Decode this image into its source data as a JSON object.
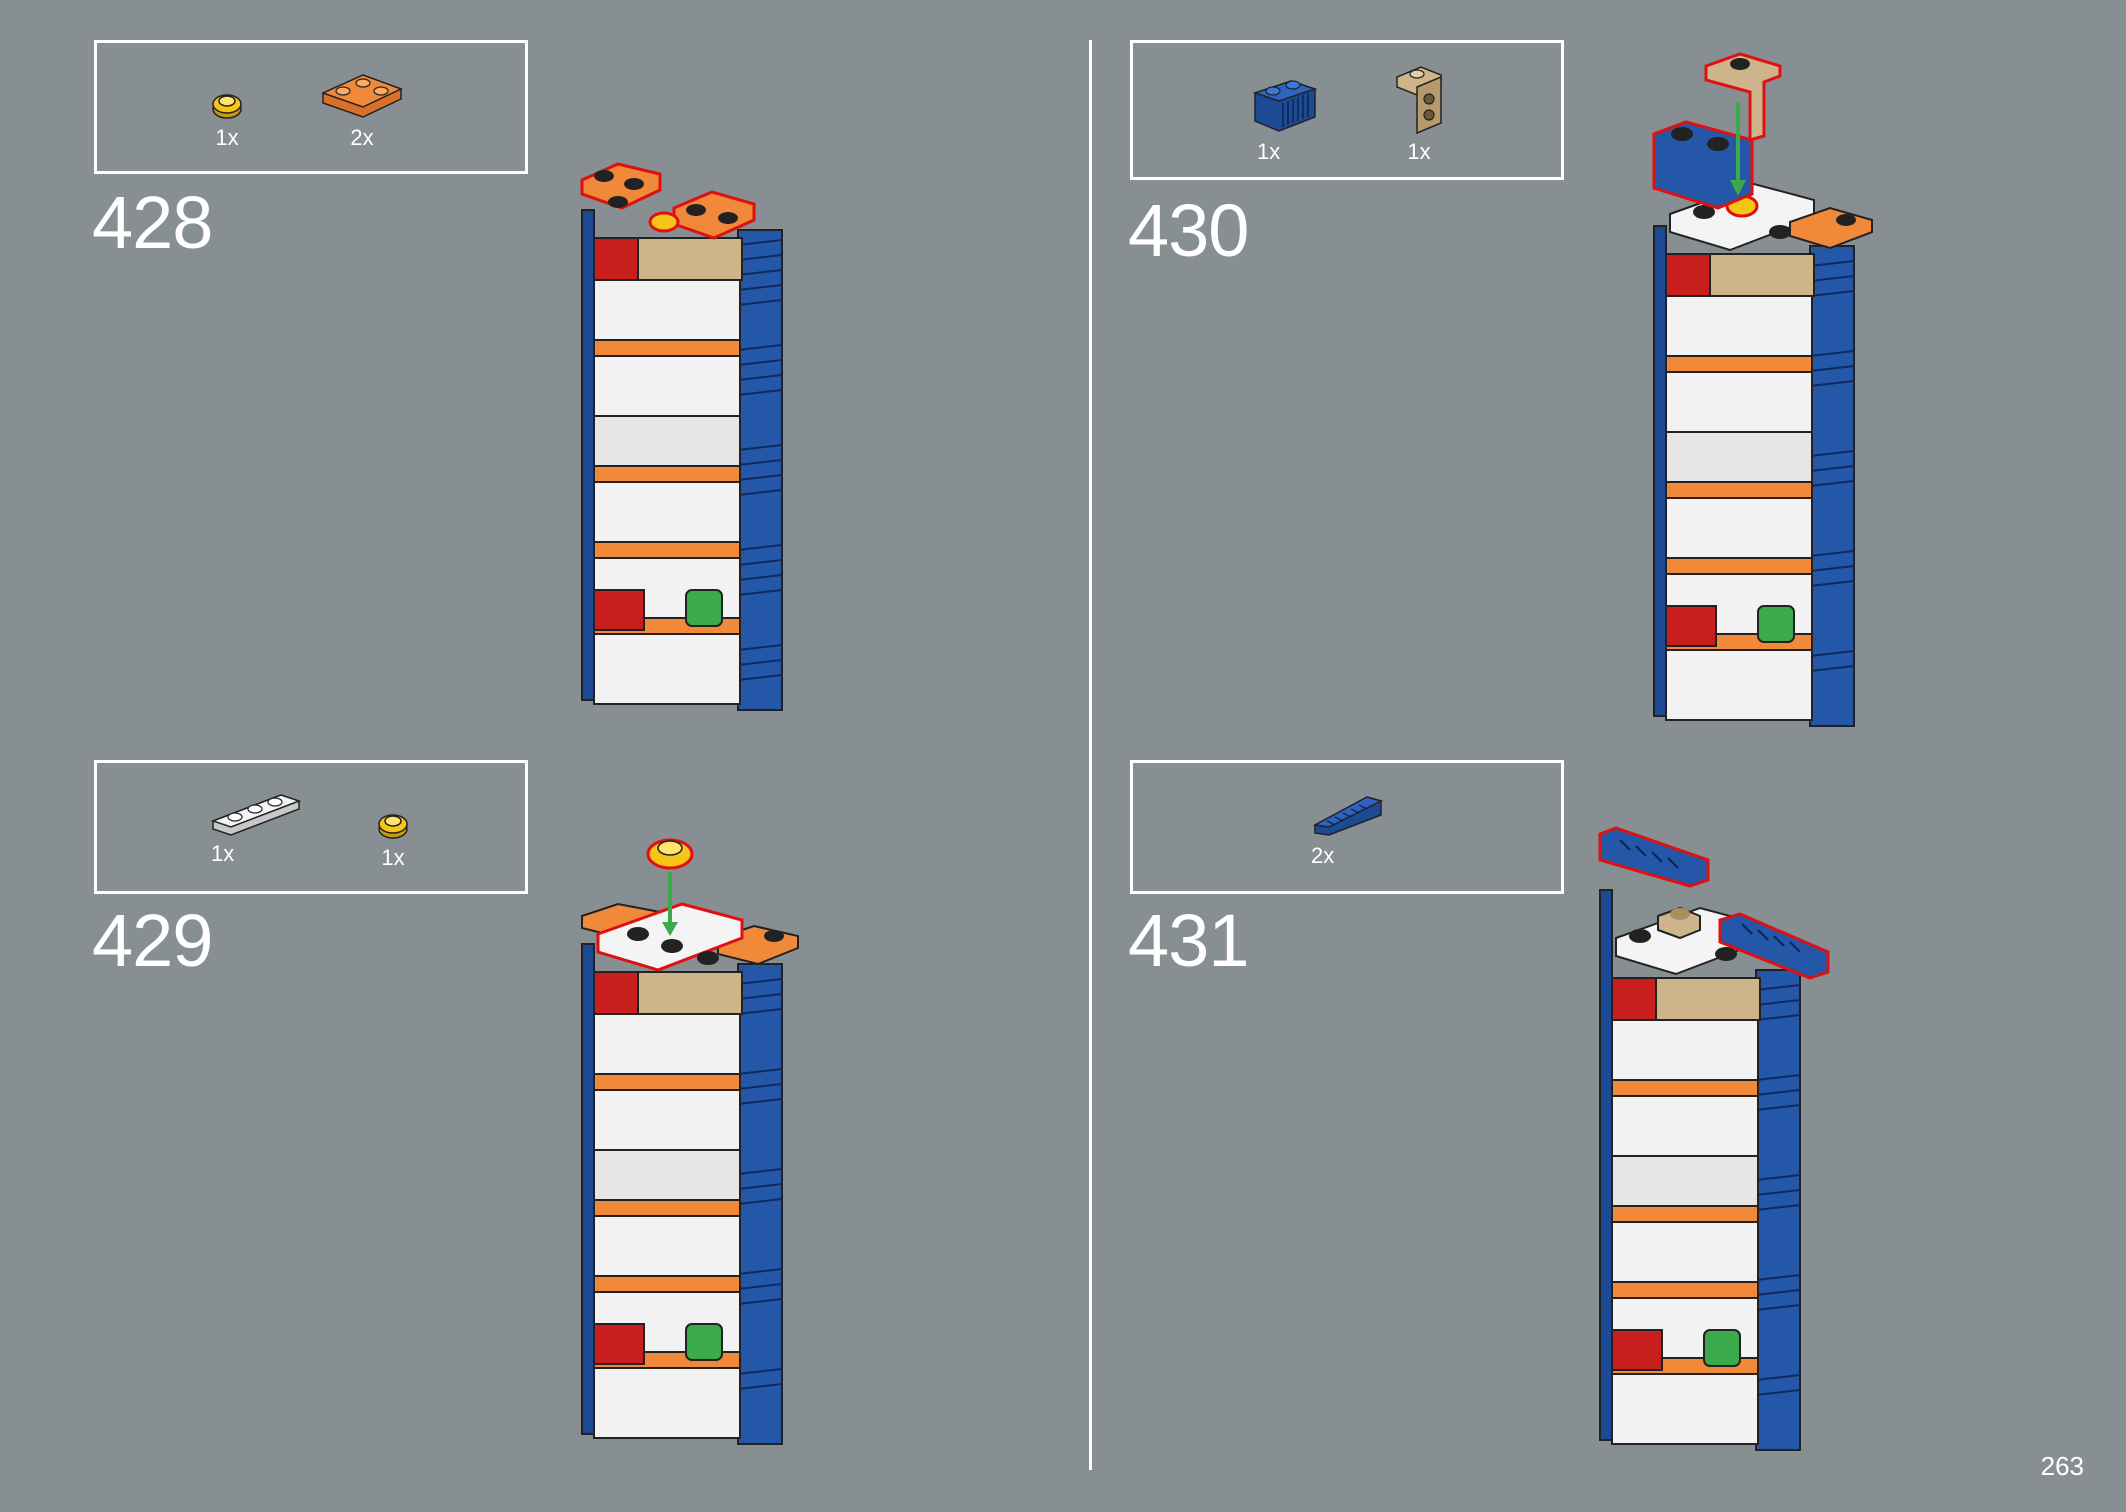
{
  "page": {
    "number": "263"
  },
  "steps": [
    {
      "number": "428",
      "parts": [
        {
          "icon": "yellow-round-plate-icon",
          "qty": "1x"
        },
        {
          "icon": "orange-corner-plate-icon",
          "qty": "2x"
        }
      ]
    },
    {
      "number": "429",
      "parts": [
        {
          "icon": "white-1x3-plate-icon",
          "qty": "1x"
        },
        {
          "icon": "yellow-round-plate-icon",
          "qty": "1x"
        }
      ]
    },
    {
      "number": "430",
      "parts": [
        {
          "icon": "blue-grille-brick-icon",
          "qty": "1x"
        },
        {
          "icon": "tan-bracket-icon",
          "qty": "1x"
        }
      ]
    },
    {
      "number": "431",
      "parts": [
        {
          "icon": "blue-slope-grille-icon",
          "qty": "2x"
        }
      ]
    }
  ],
  "colors": {
    "background": "#878f92",
    "white": "#f2f2f2",
    "orange": "#f08a3a",
    "blue": "#2457a8",
    "yellow": "#f5c518",
    "tan": "#cdb48a",
    "red": "#c81e1e",
    "green": "#3aaa4a",
    "highlight": "#e01010"
  }
}
